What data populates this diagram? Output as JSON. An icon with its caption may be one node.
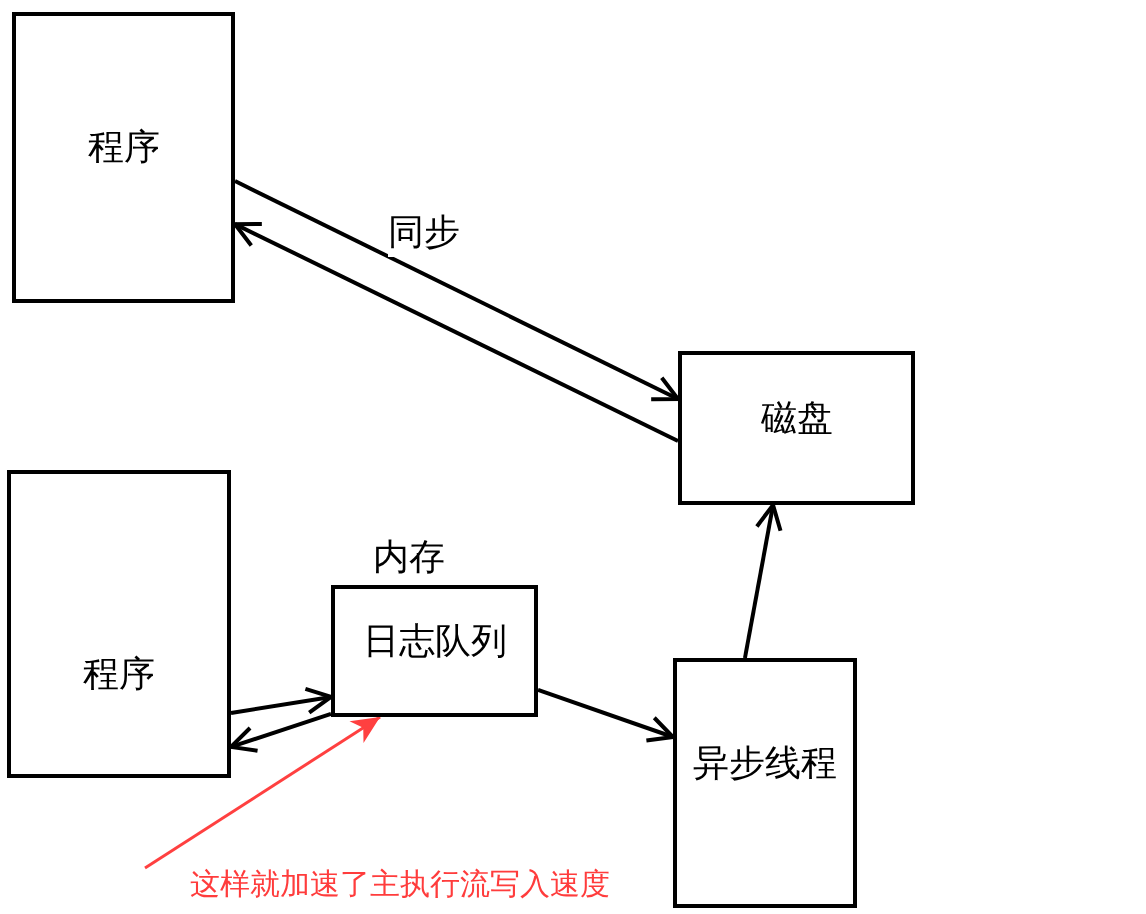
{
  "diagram": {
    "nodes": [
      {
        "text": [
          "程序"
        ]
      },
      {
        "text": [
          "磁盘"
        ]
      },
      {
        "text": [
          "程序"
        ]
      },
      {
        "text": [
          "日志队列"
        ],
        "beside": [
          "内存"
        ]
      },
      {
        "text": [
          "异步线程"
        ]
      },
      {
        "text": [
          "这样就加速了主执行流写入速度"
        ]
      }
    ],
    "edges": [
      {
        "from": 0,
        "to": 1,
        "arrow": "to",
        "label": "同步"
      },
      {
        "from": 1,
        "to": 0,
        "arrow": "to"
      },
      {
        "from": 2,
        "to": 3,
        "arrow": "to"
      },
      {
        "from": 3,
        "to": 2,
        "arrow": "to"
      },
      {
        "from": 3,
        "to": 4,
        "arrow": "to"
      },
      {
        "from": 4,
        "to": 1,
        "arrow": "to"
      },
      {
        "from": 5,
        "to": 3,
        "arrow": "to",
        "color": "#ff4040"
      }
    ]
  }
}
